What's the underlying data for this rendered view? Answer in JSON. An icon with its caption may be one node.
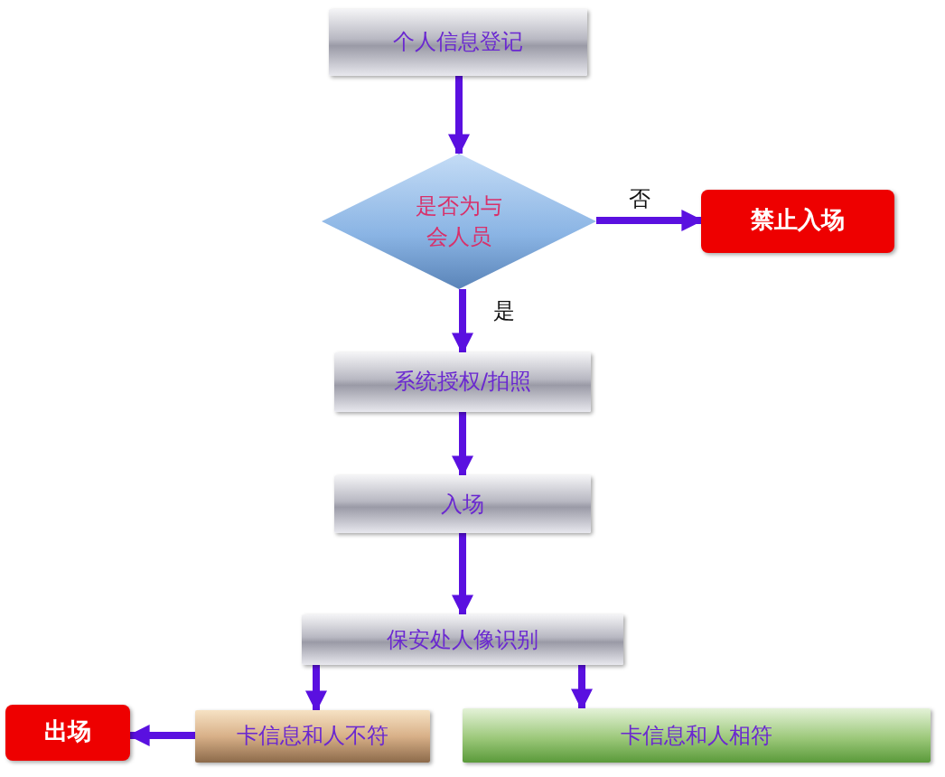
{
  "diagram": {
    "nodes": [
      {
        "text": [
          "个人信息登记"
        ]
      },
      {
        "text": [
          "是否为与会人员"
        ]
      },
      {
        "text": [
          "禁止入场"
        ]
      },
      {
        "text": [
          "系统授权/拍照"
        ]
      },
      {
        "text": [
          "入场"
        ]
      },
      {
        "text": [
          "保安处人像识别"
        ]
      },
      {
        "text": [
          "出场"
        ]
      },
      {
        "text": [
          "卡信息和人不符"
        ]
      },
      {
        "text": [
          "卡信息和人相符"
        ]
      }
    ],
    "edges": [
      {
        "from": 0,
        "to": 1,
        "arrow": "to"
      },
      {
        "from": 1,
        "to": 2,
        "arrow": "to",
        "label": "否"
      },
      {
        "from": 1,
        "to": 3,
        "arrow": "to",
        "label": "是"
      },
      {
        "from": 3,
        "to": 4,
        "arrow": "to"
      },
      {
        "from": 4,
        "to": 5,
        "arrow": "to"
      },
      {
        "from": 5,
        "to": 7,
        "arrow": "to"
      },
      {
        "from": 5,
        "to": 8,
        "arrow": "to"
      },
      {
        "from": 7,
        "to": 6,
        "arrow": "to"
      }
    ]
  }
}
